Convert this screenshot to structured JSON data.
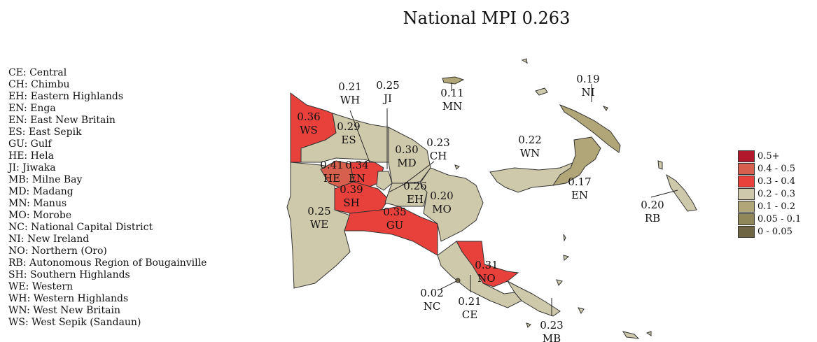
{
  "title": "National MPI 0.263",
  "abbreviations": [
    "CE: Central",
    "CH: Chimbu",
    "EH: Eastern Highlands",
    "EN: Enga",
    "EN: East New Britain",
    "ES: East Sepik",
    "GU: Gulf",
    "HE: Hela",
    "JI: Jiwaka",
    "MB: Milne Bay",
    "MD: Madang",
    "MN: Manus",
    "MO: Morobe",
    "NC: National Capital District",
    "NI: New Ireland",
    "NO: Northern (Oro)",
    "RB: Autonomous Region of Bougainville",
    "SH: Southern Highlands",
    "WE: Western",
    "WH: Western Highlands",
    "WN: West New Britain",
    "WS: West Sepik (Sandaun)"
  ],
  "legend": [
    {
      "label": "0.5+",
      "color": "#b2182b"
    },
    {
      "label": "0.4 - 0.5",
      "color": "#d6604d"
    },
    {
      "label": "0.3 - 0.4",
      "color": "#e8413c"
    },
    {
      "label": "0.2 - 0.3",
      "color": "#cfc9ab"
    },
    {
      "label": "0.1 - 0.2",
      "color": "#b0a677"
    },
    {
      "label": "0.05 - 0.1",
      "color": "#8f8659"
    },
    {
      "label": "0 - 0.05",
      "color": "#6e6544"
    }
  ],
  "regions": [
    {
      "code": "WS",
      "value": "0.36",
      "fill": "#e8413c"
    },
    {
      "code": "ES",
      "value": "0.29",
      "fill": "#cfc9ab"
    },
    {
      "code": "WH",
      "value": "0.21",
      "fill": "#cfc9ab"
    },
    {
      "code": "JI",
      "value": "0.25",
      "fill": "#cfc9ab"
    },
    {
      "code": "MN",
      "value": "0.11",
      "fill": "#b0a677"
    },
    {
      "code": "NI",
      "value": "0.19",
      "fill": "#b0a677"
    },
    {
      "code": "MD",
      "value": "0.30",
      "fill": "#e8413c"
    },
    {
      "code": "CH",
      "value": "0.23",
      "fill": "#cfc9ab"
    },
    {
      "code": "WN",
      "value": "0.22",
      "fill": "#cfc9ab"
    },
    {
      "code": "HE",
      "value": "0.41",
      "fill": "#d6604d"
    },
    {
      "code": "EN",
      "value": "0.34",
      "fill": "#e8413c"
    },
    {
      "code": "EH",
      "value": "0.26",
      "fill": "#cfc9ab"
    },
    {
      "code": "MO",
      "value": "0.20",
      "fill": "#cfc9ab"
    },
    {
      "code": "SH",
      "value": "0.39",
      "fill": "#e8413c"
    },
    {
      "code": "GU",
      "value": "0.35",
      "fill": "#e8413c"
    },
    {
      "code": "WE",
      "value": "0.25",
      "fill": "#cfc9ab"
    },
    {
      "code": "EN",
      "value": "0.17",
      "fill": "#b0a677"
    },
    {
      "code": "RB",
      "value": "0.20",
      "fill": "#cfc9ab"
    },
    {
      "code": "NO",
      "value": "0.31",
      "fill": "#e8413c"
    },
    {
      "code": "NC",
      "value": "0.02",
      "fill": "#6e6544"
    },
    {
      "code": "CE",
      "value": "0.21",
      "fill": "#cfc9ab"
    },
    {
      "code": "MB",
      "value": "0.23",
      "fill": "#cfc9ab"
    }
  ]
}
